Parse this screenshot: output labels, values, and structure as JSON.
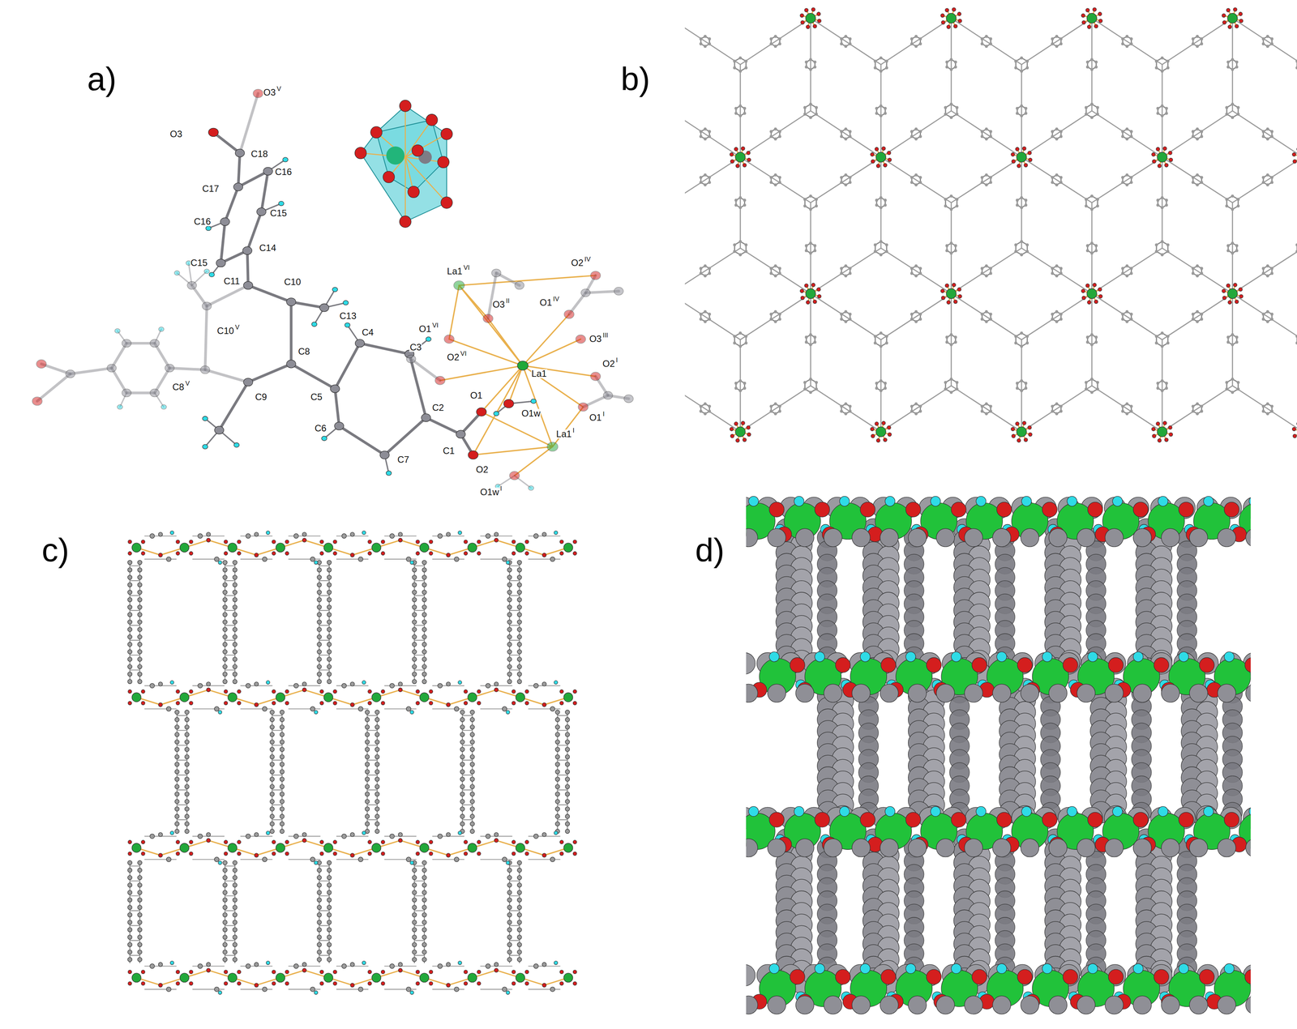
{
  "diagram": {
    "labels": [
      "a)",
      "O3",
      "O3",
      "V",
      "C18",
      "C17",
      "C16",
      "C16",
      "C15",
      "C15",
      "C14",
      "C11",
      "C10",
      "C13",
      "C10",
      "V",
      "C4",
      "C3",
      "C8",
      "V",
      "C9",
      "C8",
      "C5",
      "C6",
      "C7",
      "C2",
      "C1",
      "O1",
      "O2",
      "O1w",
      "O1w",
      "I",
      "La1",
      "La1",
      "I",
      "La1",
      "VI",
      "O2",
      "IV",
      "O1",
      "IV",
      "O3",
      "II",
      "O3",
      "III",
      "O1",
      "VI",
      "O2",
      "VI",
      "O2",
      "I",
      "O1",
      "I",
      "b)",
      "c)",
      "d)"
    ]
  }
}
